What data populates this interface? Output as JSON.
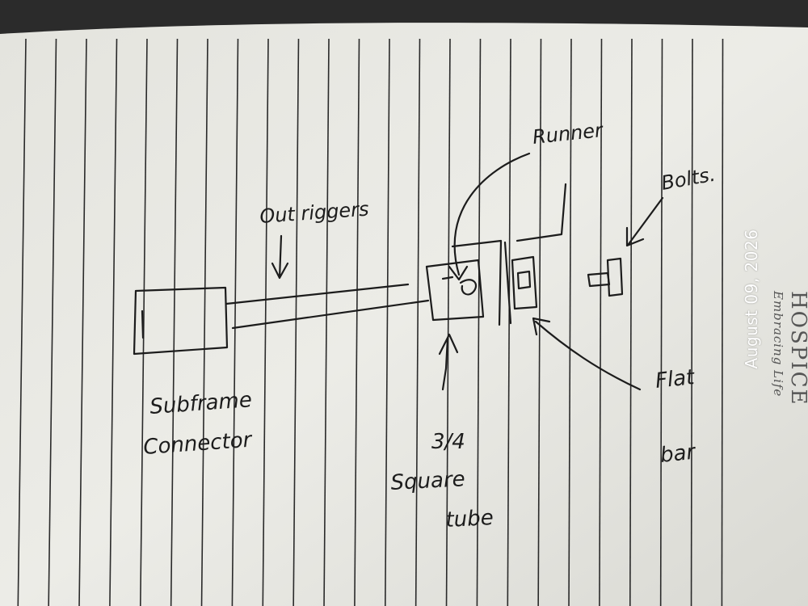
{
  "labels": {
    "outriggers": "Out riggers",
    "runner": "Runner",
    "bolts": "Bolts.",
    "subframe_line1": "Subframe",
    "subframe_line2": "Connector",
    "fraction": "3/4",
    "square_line1": "Square",
    "square_line2": "tube",
    "flat_line1": "Flat",
    "flat_line2": "bar"
  },
  "letterhead": {
    "name": "HOSPICE",
    "tagline": "Embracing Life"
  },
  "timestamp": "August 09, 2026",
  "colors": {
    "paper": "#e9e9e4",
    "ruled_line": "#2a2a2a",
    "ink": "#1c1c1c",
    "background": "#2f2f2f"
  }
}
